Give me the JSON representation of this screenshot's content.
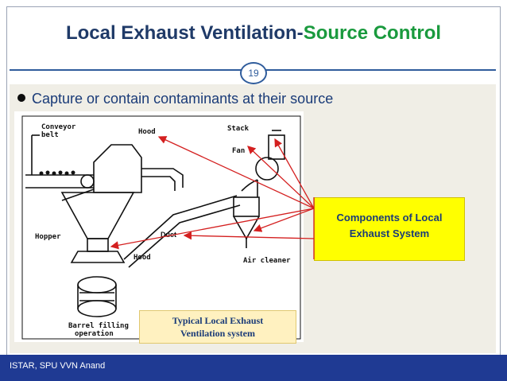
{
  "slide": {
    "title_main": "Local Exhaust Ventilation-",
    "title_accent": "Source Control",
    "number": "19",
    "bullet": "Capture or contain contaminants at their source",
    "footer": "ISTAR, SPU VVN Anand"
  },
  "diagram": {
    "labels": {
      "conveyor": "Conveyor",
      "belt": "belt",
      "hood_top": "Hood",
      "stack": "Stack",
      "fan": "Fan",
      "hopper": "Hopper",
      "duct": "Duct",
      "hood_bottom": "Hood",
      "air_cleaner": "Air cleaner",
      "barrel1": "Barrel filling",
      "barrel2": "operation"
    },
    "callout_line1": "Components of Local",
    "callout_line2": "Exhaust System",
    "caption_line1": "Typical Local Exhaust",
    "caption_line2": "Ventilation system"
  },
  "colors": {
    "title": "#1f3a68",
    "accent": "#1a9a3e",
    "footer_bg": "#1f3a93",
    "arrow": "#d42020",
    "callout_bg": "#ffff00"
  }
}
